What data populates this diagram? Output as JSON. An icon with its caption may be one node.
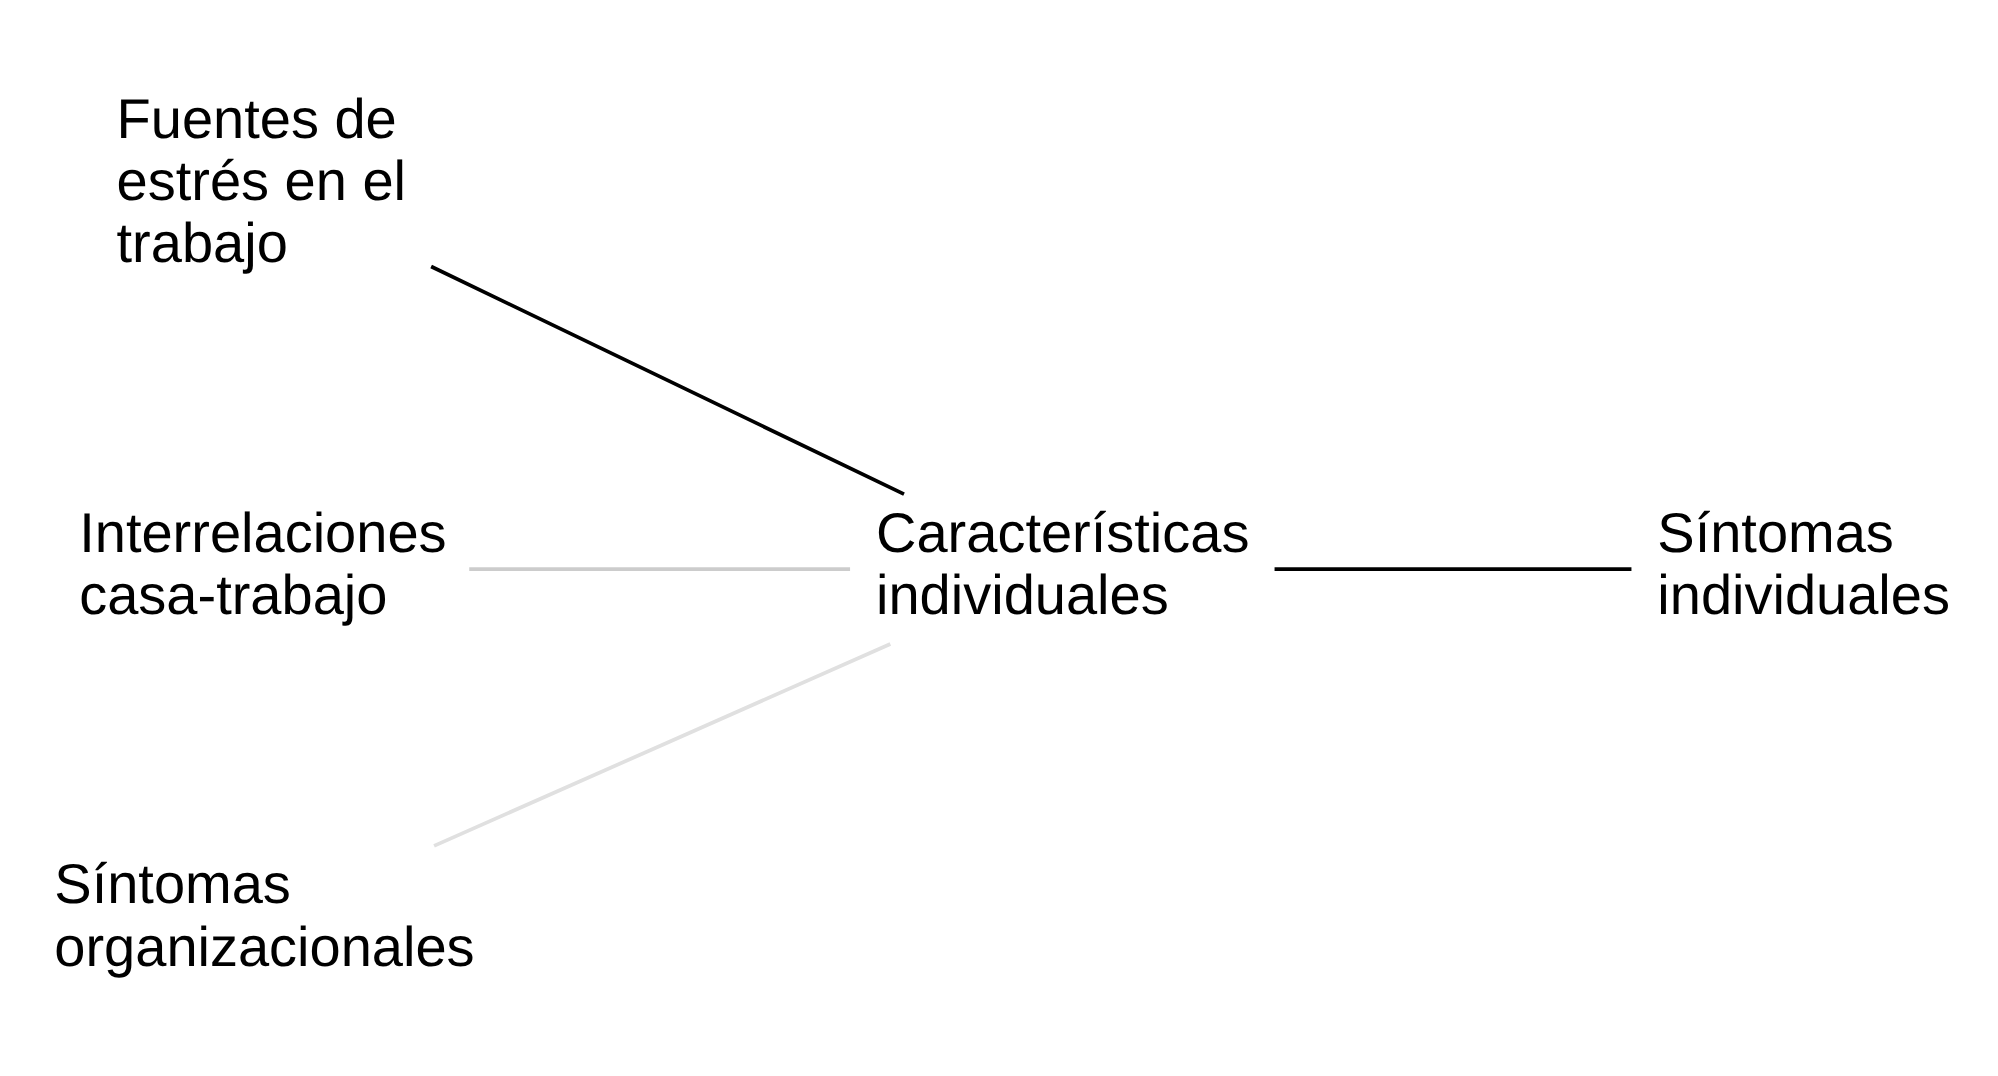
{
  "diagram": {
    "nodes": [
      {
        "text": [
          "Fuentes de estrés en el trabajo"
        ]
      },
      {
        "text": [
          "Interrelaciones casa-trabajo"
        ]
      },
      {
        "text": [
          "Síntomas organizacionales"
        ]
      },
      {
        "text": [
          "Características individuales"
        ]
      },
      {
        "text": [
          "Síntomas individuales"
        ]
      }
    ],
    "edges": [
      {
        "from": 0,
        "to": 3,
        "arrow": "none"
      },
      {
        "from": 1,
        "to": 3,
        "arrow": "none",
        "color": "#cccccc"
      },
      {
        "from": 2,
        "to": 3,
        "arrow": "none",
        "color": "#e0e0e0"
      },
      {
        "from": 3,
        "to": 4,
        "arrow": "none"
      }
    ]
  }
}
